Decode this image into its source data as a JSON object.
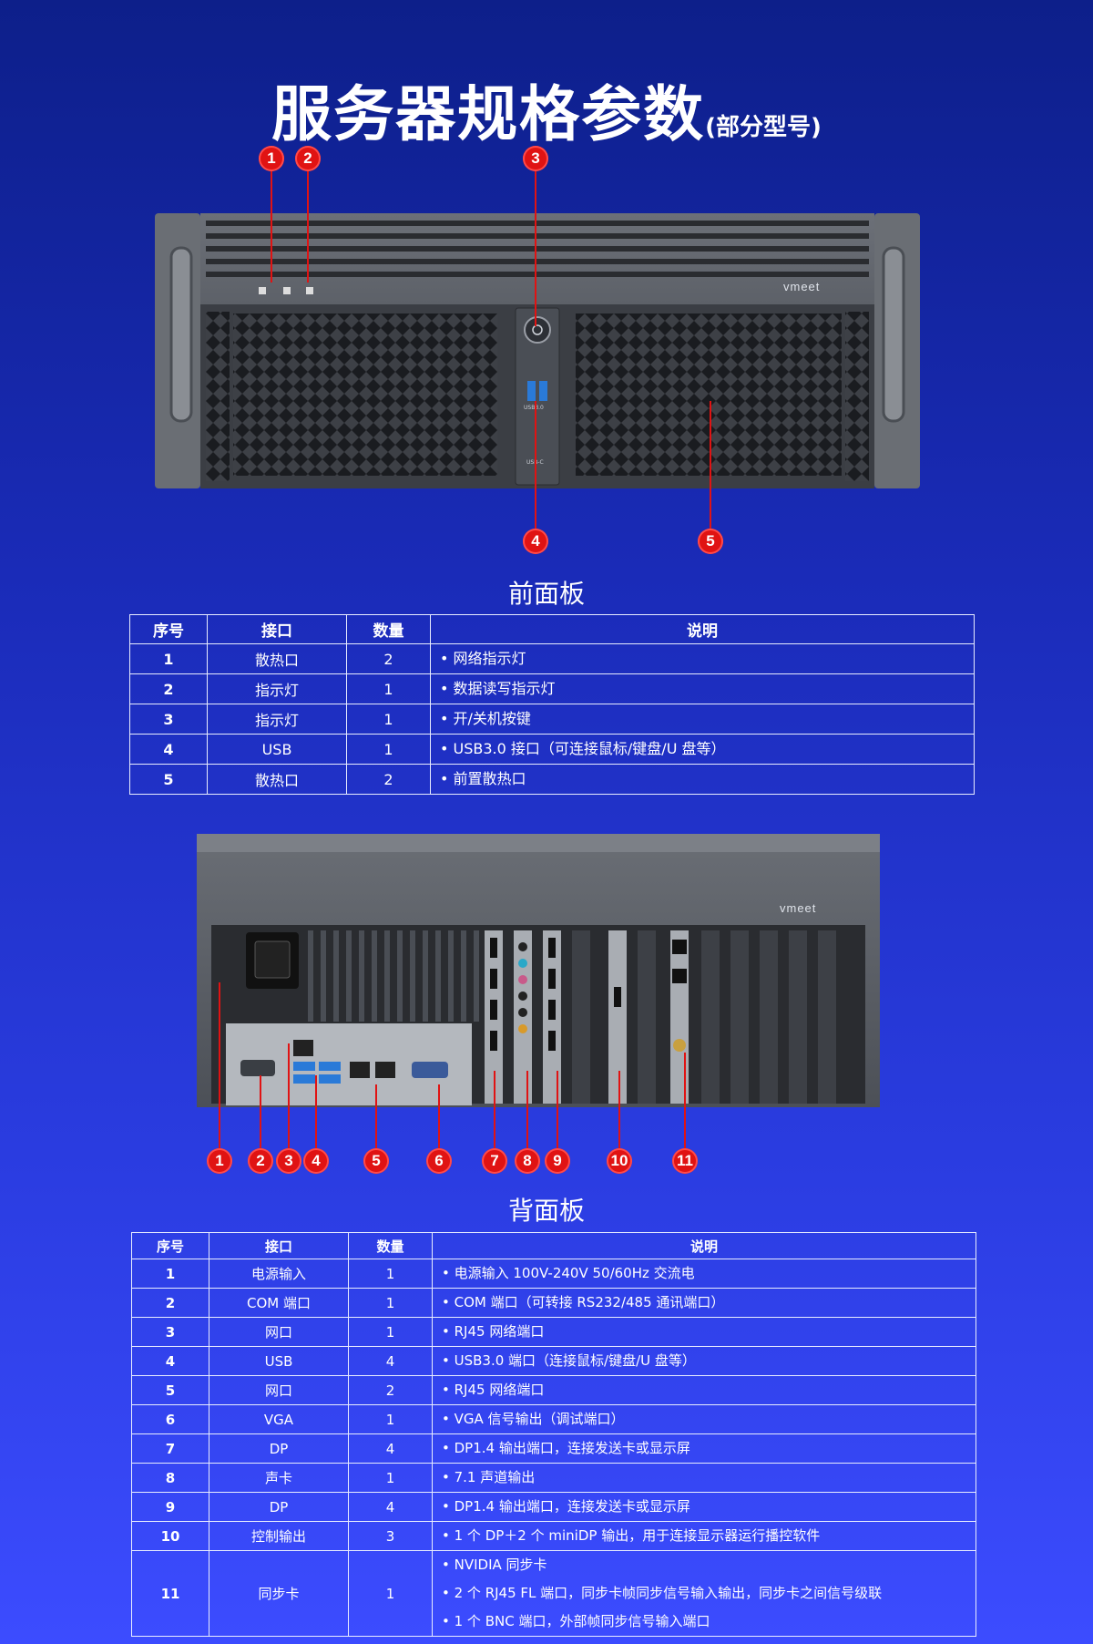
{
  "page": {
    "title_main": "服务器规格参数",
    "title_sub": "(部分型号)"
  },
  "front_panel": {
    "brand": "vmeet",
    "usb_label": "USB3.0",
    "usbc_label": "USB-C",
    "callouts": [
      "1",
      "2",
      "3",
      "4",
      "5"
    ],
    "section_title": "前面板",
    "headers": [
      "序号",
      "接口",
      "数量",
      "说明"
    ],
    "rows": [
      {
        "no": "1",
        "port": "散热口",
        "qty": "2",
        "desc": "网络指示灯"
      },
      {
        "no": "2",
        "port": "指示灯",
        "qty": "1",
        "desc": "数据读写指示灯"
      },
      {
        "no": "3",
        "port": "指示灯",
        "qty": "1",
        "desc": "开/关机按键"
      },
      {
        "no": "4",
        "port": "USB",
        "qty": "1",
        "desc": "USB3.0  接口（可连接鼠标/键盘/U 盘等）"
      },
      {
        "no": "5",
        "port": "散热口",
        "qty": "2",
        "desc": "前置散热口"
      }
    ]
  },
  "rear_panel": {
    "brand": "vmeet",
    "callouts": [
      "1",
      "2",
      "3",
      "4",
      "5",
      "6",
      "7",
      "8",
      "9",
      "10",
      "11"
    ],
    "section_title": "背面板",
    "headers": [
      "序号",
      "接口",
      "数量",
      "说明"
    ],
    "rows": [
      {
        "no": "1",
        "port": "电源输入",
        "qty": "1",
        "desc": [
          "电源输入 100V-240V    50/60Hz 交流电"
        ]
      },
      {
        "no": "2",
        "port": "COM 端口",
        "qty": "1",
        "desc": [
          "COM 端口（可转接 RS232/485 通讯端口）"
        ]
      },
      {
        "no": "3",
        "port": "网口",
        "qty": "1",
        "desc": [
          "RJ45 网络端口"
        ]
      },
      {
        "no": "4",
        "port": "USB",
        "qty": "4",
        "desc": [
          "USB3.0 端口（连接鼠标/键盘/U 盘等）"
        ]
      },
      {
        "no": "5",
        "port": "网口",
        "qty": "2",
        "desc": [
          "RJ45 网络端口"
        ]
      },
      {
        "no": "6",
        "port": "VGA",
        "qty": "1",
        "desc": [
          "VGA 信号输出（调试端口）"
        ]
      },
      {
        "no": "7",
        "port": "DP",
        "qty": "4",
        "desc": [
          "DP1.4 输出端口，连接发送卡或显示屏"
        ]
      },
      {
        "no": "8",
        "port": "声卡",
        "qty": "1",
        "desc": [
          "7.1 声道输出"
        ]
      },
      {
        "no": "9",
        "port": "DP",
        "qty": "4",
        "desc": [
          "DP1.4 输出端口，连接发送卡或显示屏"
        ]
      },
      {
        "no": "10",
        "port": "控制输出",
        "qty": "3",
        "desc": [
          "1 个 DP＋2 个 miniDP 输出，用于连接显示器运行播控软件"
        ]
      },
      {
        "no": "11",
        "port": "同步卡",
        "qty": "1",
        "desc": [
          "NVIDIA  同步卡",
          "2 个 RJ45 FL 端口，同步卡帧同步信号输入输出，同步卡之间信号级联",
          "1 个 BNC 端口，外部帧同步信号输入端口"
        ]
      }
    ]
  },
  "colors": {
    "callout": "#e01313",
    "table_border": "#e8ecff",
    "chassis": "#5c6066"
  }
}
